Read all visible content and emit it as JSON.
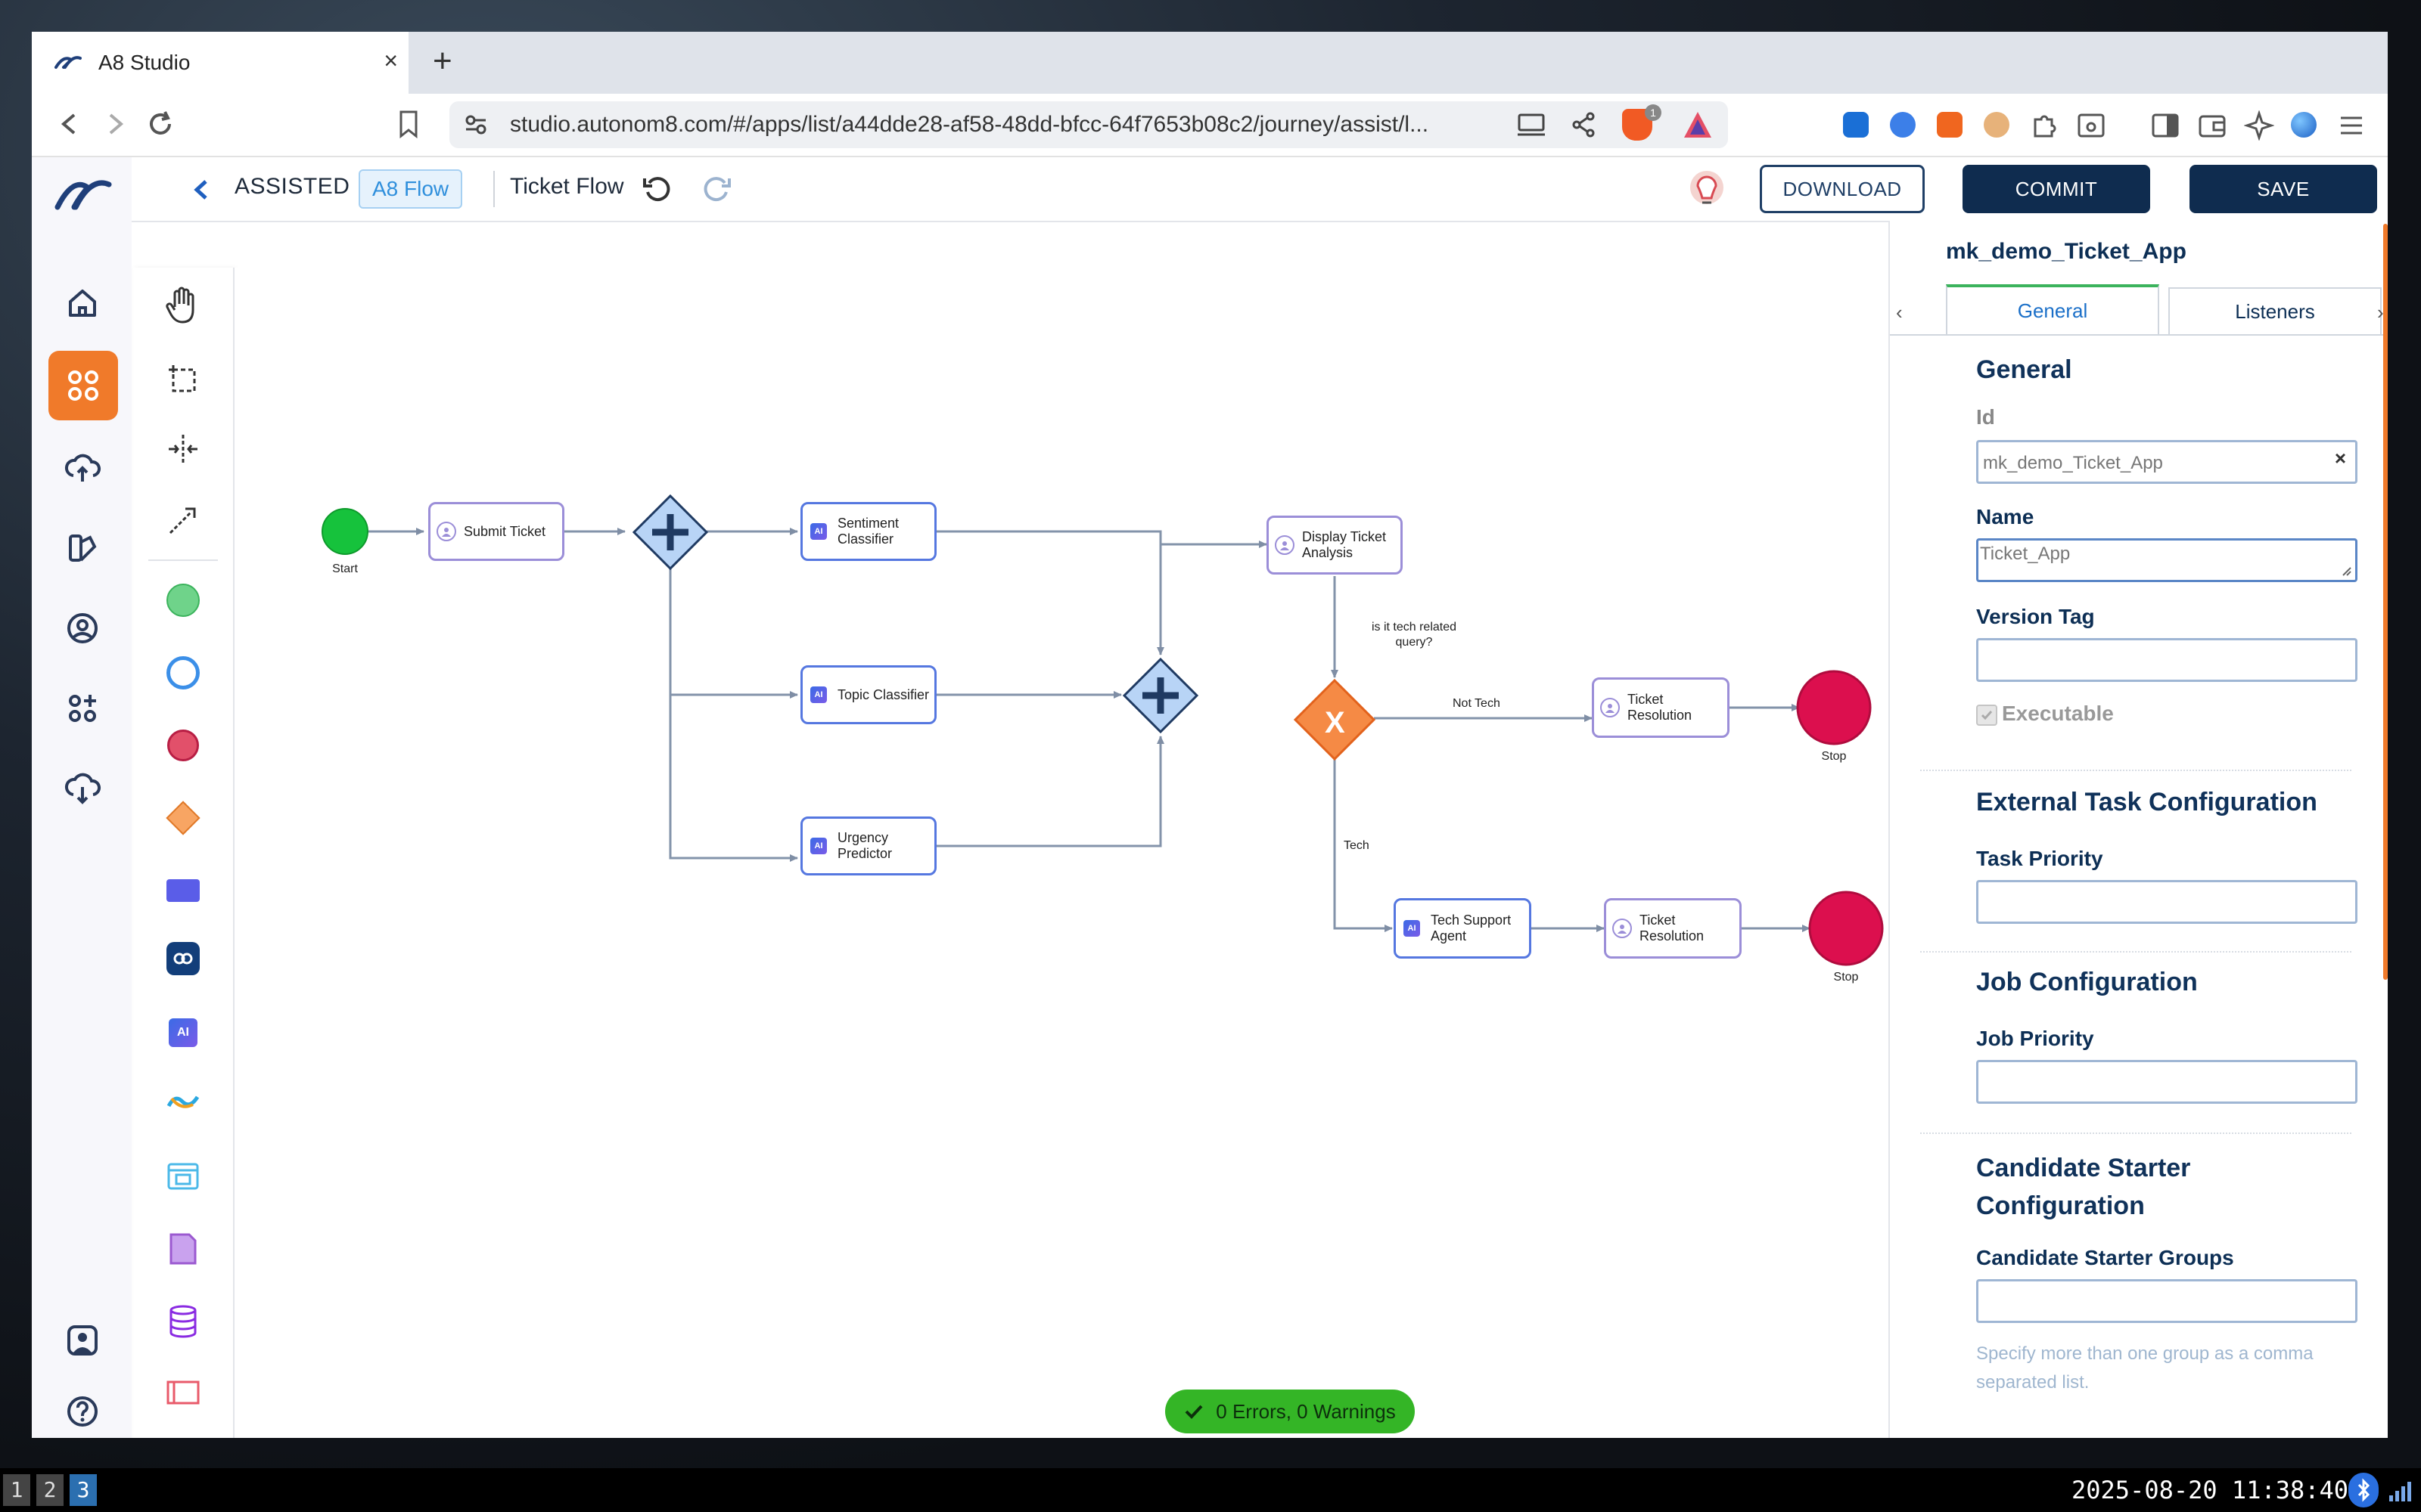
{
  "browser": {
    "tab_title": "A8 Studio",
    "tab_close": "×",
    "new_tab": "+",
    "url": "studio.autonom8.com/#/apps/list/a44dde28-af58-48dd-bfcc-64f7653b08c2/journey/assist/l...",
    "extension_badge": "1"
  },
  "header": {
    "back_icon": "chevron-left-icon",
    "mode": "ASSISTED",
    "flow_chip": "A8 Flow",
    "flow_name": "Ticket Flow",
    "download": "DOWNLOAD",
    "commit": "COMMIT",
    "save": "SAVE",
    "accent": "#0f2c4f"
  },
  "rail": {
    "items": [
      "logo-icon",
      "home-icon",
      "apps-grid-icon",
      "cloud-sync-icon",
      "palette-icon",
      "user-circle-icon",
      "add-widgets-icon",
      "cloud-download-icon",
      "profile-icon",
      "help-icon"
    ],
    "active_color": "#f07a2a"
  },
  "palette": {
    "tools": [
      "hand-tool-icon",
      "lasso-tool-icon",
      "space-tool-icon",
      "connect-tool-icon",
      "start-event-icon",
      "intermediate-event-icon",
      "end-event-icon",
      "gateway-icon",
      "task-icon",
      "subprocess-icon",
      "ai-task-icon",
      "integration-icon",
      "frame-icon",
      "data-object-icon",
      "data-store-icon",
      "group-icon"
    ]
  },
  "diagram": {
    "start_label": "Start",
    "submit_ticket": "Submit Ticket",
    "sentiment_classifier_1": "Sentiment",
    "sentiment_classifier_2": "Classifier",
    "topic_classifier": "Topic Classifier",
    "urgency_predictor_1": "Urgency",
    "urgency_predictor_2": "Predictor",
    "display_ticket_1": "Display Ticket",
    "display_ticket_2": "Analysis",
    "question_1": "is it tech related",
    "question_2": "query?",
    "not_tech": "Not Tech",
    "tech": "Tech",
    "ticket_resolution_1": "Ticket",
    "ticket_resolution_2": "Resolution",
    "tech_support_1": "Tech Support",
    "tech_support_2": "Agent",
    "stop_label": "Stop",
    "ai_badge": "AI",
    "xor_mark": "X",
    "status": "0 Errors, 0 Warnings"
  },
  "panel": {
    "app_name": "mk_demo_Ticket_App",
    "tab_general": "General",
    "tab_listeners": "Listeners",
    "section_general": "General",
    "id_label": "Id",
    "id_value": "mk_demo_Ticket_App",
    "id_clear": "×",
    "name_label": "Name",
    "name_value": "Ticket_App",
    "version_label": "Version Tag",
    "executable_label": "Executable",
    "external_task_section": "External Task Configuration",
    "task_priority_label": "Task Priority",
    "job_section": "Job Configuration",
    "job_priority_label": "Job Priority",
    "candidate_section_1": "Candidate Starter",
    "candidate_section_2": "Configuration",
    "candidate_groups_label": "Candidate Starter Groups",
    "candidate_hint": "Specify more than one group as a comma separated list.",
    "tab_prev": "‹",
    "tab_next": "›"
  },
  "taskbar": {
    "workspaces": [
      "1",
      "2",
      "3"
    ],
    "active_workspace": "3",
    "clock": "2025-08-20 11:38:40"
  }
}
